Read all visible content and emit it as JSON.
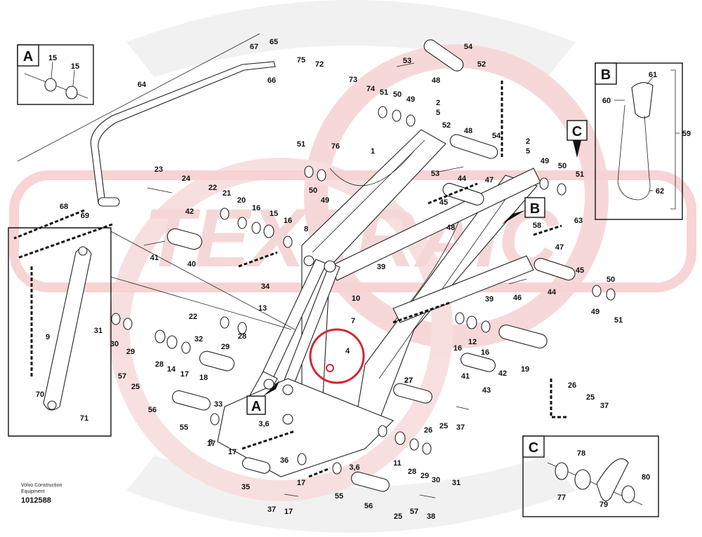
{
  "footer": {
    "line1": "Volvo Construction",
    "line2": "Equipment",
    "number": "1012588"
  },
  "watermark": {
    "text": "TEXTRAIC",
    "color": "#e8a0a0"
  },
  "highlight_color": "#d9232e",
  "insets": {
    "A": {
      "letter": "A",
      "labels": [
        "15",
        "15"
      ]
    },
    "B": {
      "letter": "B",
      "labels": [
        "61",
        "60",
        "59",
        "62"
      ]
    },
    "C": {
      "letter": "C",
      "labels": [
        "78",
        "77",
        "79",
        "80"
      ]
    }
  },
  "callouts": {
    "A": "A",
    "B": "B",
    "C": "C"
  },
  "labels": [
    "65",
    "67",
    "66",
    "64",
    "75",
    "72",
    "73",
    "74",
    "51",
    "50",
    "49",
    "53",
    "54",
    "52",
    "48",
    "2",
    "5",
    "52",
    "48",
    "54",
    "2",
    "5",
    "49",
    "50",
    "51",
    "76",
    "1",
    "51",
    "50",
    "49",
    "53",
    "44",
    "47",
    "45",
    "48",
    "58",
    "63",
    "23",
    "24",
    "22",
    "21",
    "20",
    "16",
    "15",
    "16",
    "8",
    "68",
    "69",
    "42",
    "41",
    "40",
    "39",
    "47",
    "45",
    "44",
    "46",
    "39",
    "50",
    "49",
    "51",
    "34",
    "13",
    "10",
    "7",
    "4",
    "22",
    "27",
    "32",
    "29",
    "28",
    "31",
    "30",
    "29",
    "28",
    "14",
    "17",
    "16",
    "12",
    "16",
    "19",
    "42",
    "26",
    "43",
    "41",
    "57",
    "25",
    "18",
    "33",
    "56",
    "55",
    "27",
    "26",
    "25",
    "37",
    "25",
    "37",
    "3,6",
    "17",
    "17",
    "11",
    "28",
    "29",
    "30",
    "31",
    "36",
    "35",
    "17",
    "3,6",
    "55",
    "56",
    "25",
    "57",
    "38",
    "37",
    "17",
    "8",
    "9",
    "70",
    "71"
  ]
}
